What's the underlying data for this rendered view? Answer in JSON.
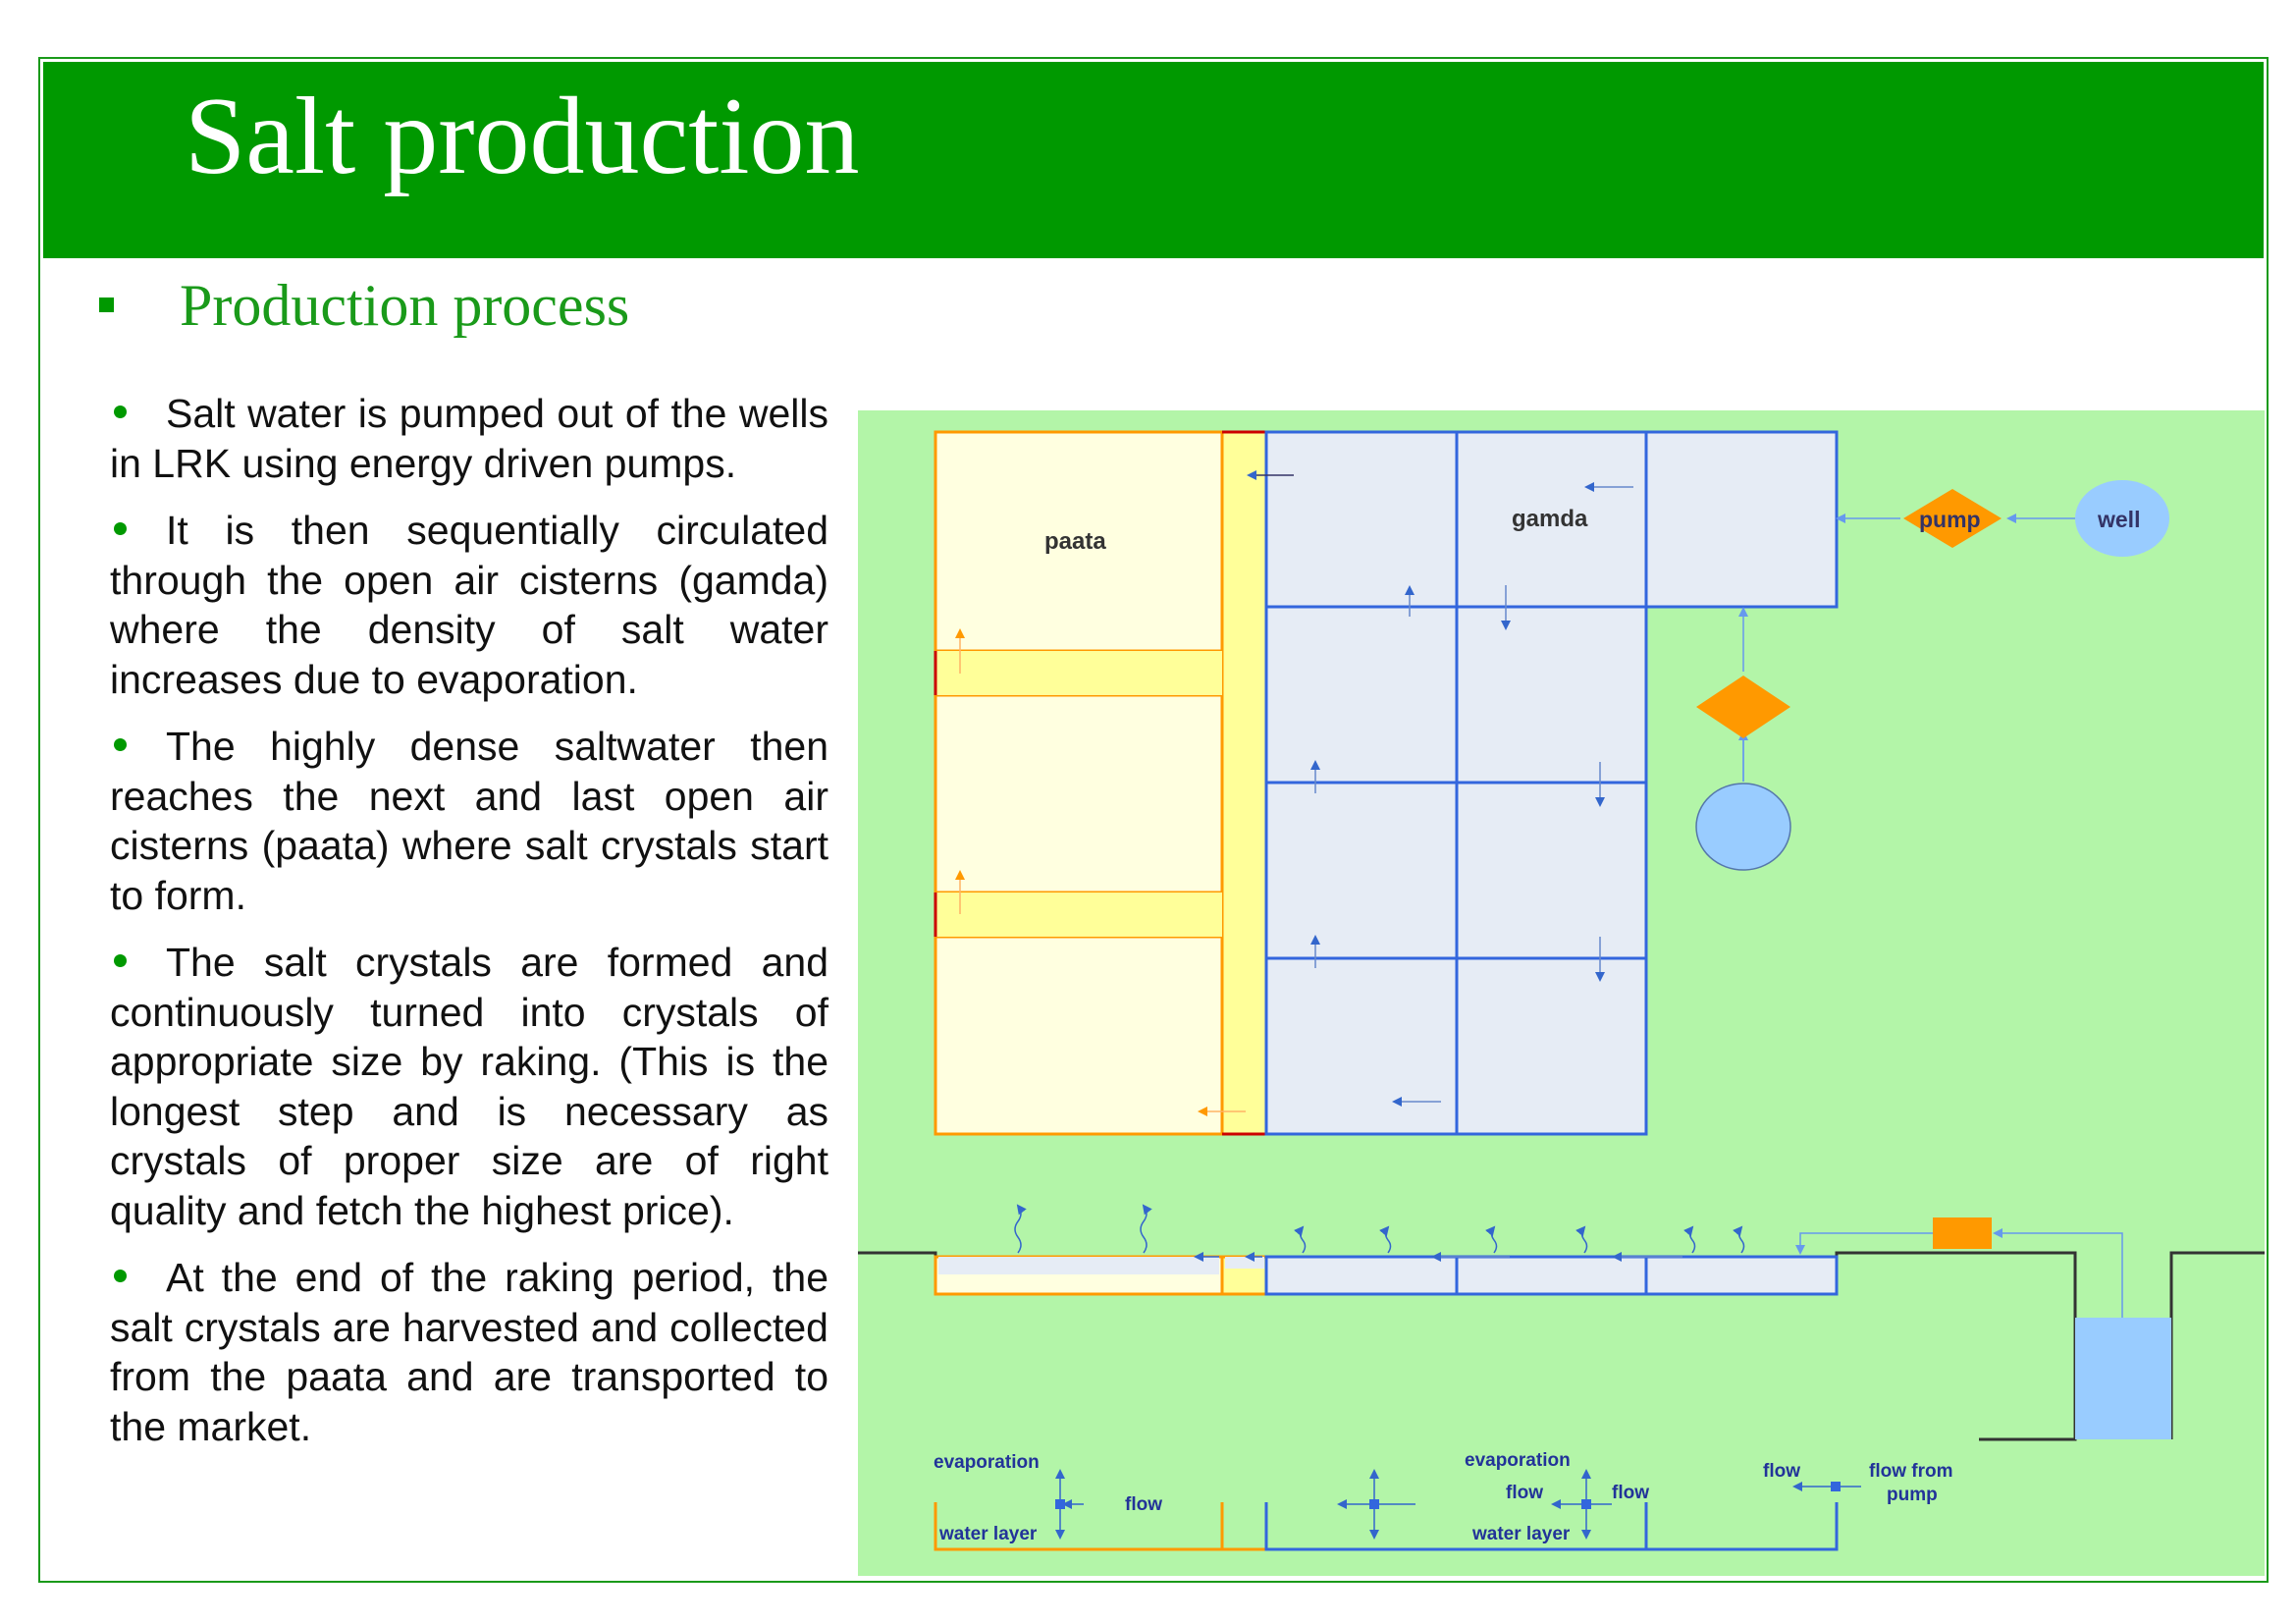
{
  "slide": {
    "title": "Salt production",
    "subtitle": "Production process"
  },
  "bullets": [
    "Salt water is pumped out of the wells in LRK using energy driven pumps.",
    "It is then sequentially circulated through the open air cisterns (gamda) where the density of salt water increases due to evaporation.",
    "The highly dense saltwater then reaches the next and last open air cisterns (paata) where salt crystals start to form.",
    "The salt crystals are formed and continuously turned into crystals of appropriate size by raking. (This is the longest step and is necessary as crystals of proper size are of right quality and fetch the highest price).",
    "At the end of the raking period, the salt crystals are harvested and collected from the paata and are transported to the market."
  ],
  "diagram": {
    "paata_label": "paata",
    "gamda_label": "gamda",
    "pump_label": "pump",
    "well_label": "well",
    "legend": {
      "evaporation_1": "evaporation",
      "flow_1": "flow",
      "water_layer_1": "water layer",
      "evaporation_2": "evaporation",
      "flow_2a": "flow",
      "flow_2b": "flow",
      "water_layer_2": "water layer",
      "flow_3": "flow",
      "flow_from_pump_1": "flow from",
      "flow_from_pump_2": "pump"
    },
    "colors": {
      "background": "#b3f5a8",
      "paata_fill": "#ffffe0",
      "paata_border": "#ff9900",
      "channel_fill": "#ffff99",
      "gamda_fill": "#e6ecf5",
      "gamda_border": "#3366dd",
      "pump": "#ff9900",
      "well": "#99ccff",
      "header": "#009900"
    }
  }
}
